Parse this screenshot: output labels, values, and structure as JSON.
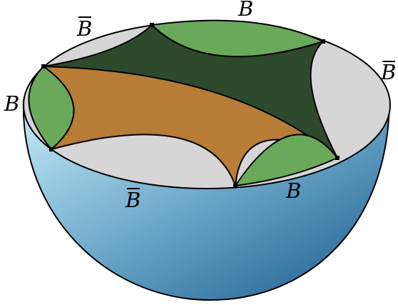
{
  "labels": {
    "b_top_left": "B",
    "b_top": "B",
    "b_right": "B",
    "b_left": "B",
    "b_bottom_right": "B",
    "b_bottom_left": "B"
  },
  "overbar": {
    "b_top_left": true,
    "b_top": false,
    "b_right": true,
    "b_left": false,
    "b_bottom_right": false,
    "b_bottom_left": true
  },
  "colors": {
    "bowl_light": "#c8ecf8",
    "bowl_dark": "#1a5a8c",
    "rim_gray": "#d6d6d6",
    "green_light": "#6aa95a",
    "green_dark": "#2e4a2c",
    "orange": "#b77c35",
    "outline": "#000000"
  }
}
